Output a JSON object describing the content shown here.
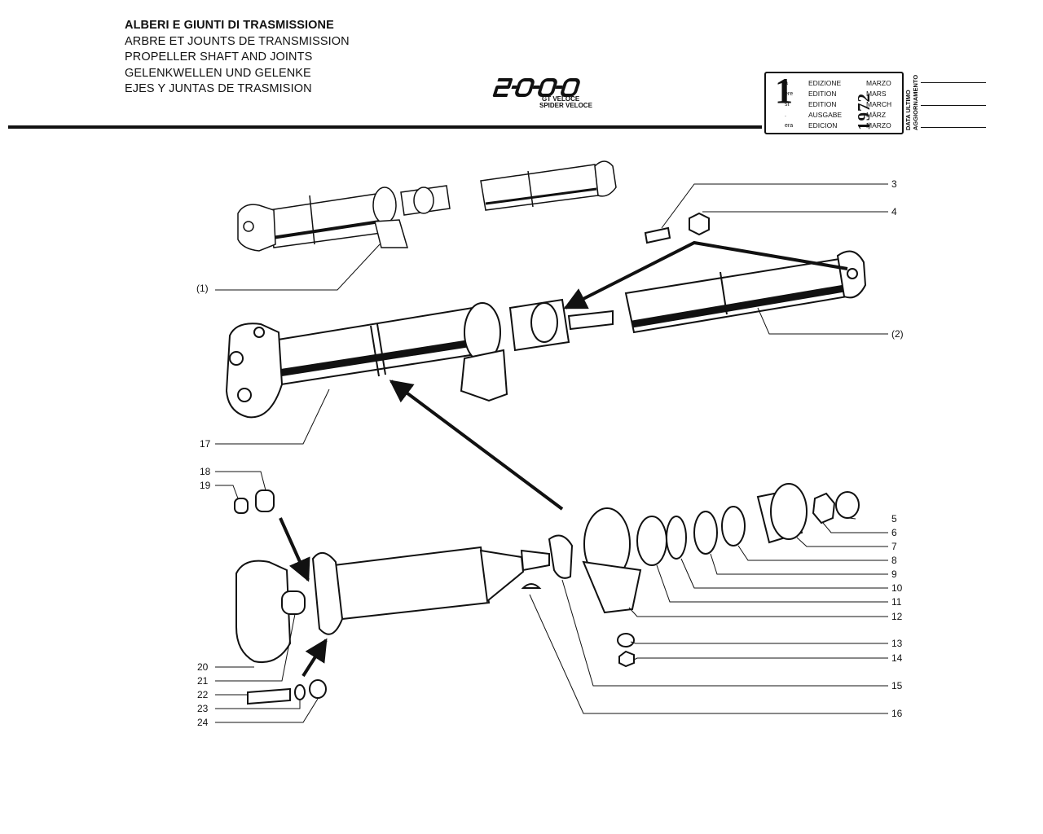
{
  "header": {
    "titles": [
      "ALBERI E GIUNTI DI TRASMISSIONE",
      "ARBRE ET JOUNTS DE TRANSMISSION",
      "PROPELLER SHAFT AND JOINTS",
      "GELENKWELLEN UND GELENKE",
      "EJES Y JUNTAS DE TRASMISION"
    ],
    "logo": "2000",
    "models": [
      "GT VELOCE",
      "SPIDER VELOCE"
    ]
  },
  "edition_box": {
    "number": "1",
    "ordinal_suffixes": [
      "a",
      "ère",
      "st",
      ".",
      "era"
    ],
    "edition_words": [
      "EDIZIONE",
      "EDITION",
      "EDITION",
      "AUSGABE",
      "EDICION"
    ],
    "year": "1972",
    "months": [
      "MARZO",
      "MARS",
      "MARCH",
      "MÄRZ",
      "MARZO"
    ],
    "update_label": [
      "DATA ULTIMO",
      "AGGIORNAMENTO"
    ]
  },
  "callouts": [
    "3",
    "4",
    "(1)",
    "(2)",
    "17",
    "18",
    "19",
    "5",
    "6",
    "7",
    "8",
    "9",
    "10",
    "11",
    "12",
    "13",
    "14",
    "15",
    "16",
    "20",
    "21",
    "22",
    "23",
    "24"
  ]
}
